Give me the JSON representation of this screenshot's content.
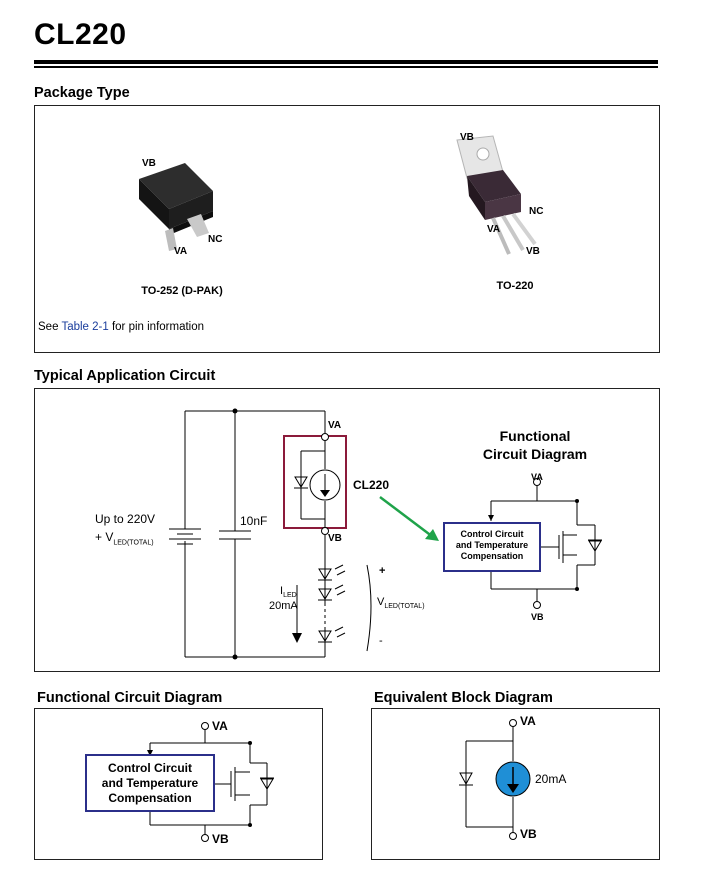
{
  "title": "CL220",
  "package_section": {
    "heading": "Package Type",
    "dpak": {
      "caption": "TO-252 (D-PAK)",
      "pin_vb": "VB",
      "pin_va": "VA",
      "pin_nc": "NC"
    },
    "to220": {
      "caption": "TO-220",
      "pin_vb_top": "VB",
      "pin_nc": "NC",
      "pin_va": "VA",
      "pin_vb_bottom": "VB"
    },
    "note_prefix": "See ",
    "note_link": "Table 2-1",
    "note_suffix": " for pin information"
  },
  "application_section": {
    "heading": "Typical Application Circuit",
    "supply_label": "Up to 220V",
    "supply_label2_prefix": "+ V",
    "supply_label2_sub": "LED(TOTAL)",
    "cap_label": "10nF",
    "part_label": "CL220",
    "pin_va": "VA",
    "pin_vb": "VB",
    "iled_label": "I",
    "iled_sub": "LED",
    "iled_value": "20mA",
    "vled_prefix": "V",
    "vled_sub": "LED(TOTAL)",
    "plus": "+",
    "minus": "-",
    "inset_title_line1": "Functional",
    "inset_title_line2": "Circuit Diagram",
    "inset_pin_va": "VA",
    "inset_pin_vb": "VB",
    "inset_block_line1": "Control Circuit",
    "inset_block_line2": "and Temperature",
    "inset_block_line3": "Compensation",
    "colors": {
      "part_box": "#8b1a3a",
      "arrow": "#1fa34a",
      "block": "#2b2f8a"
    }
  },
  "functional_section": {
    "heading": "Functional Circuit Diagram",
    "pin_va": "VA",
    "pin_vb": "VB",
    "block_line1": "Control Circuit",
    "block_line2": "and Temperature",
    "block_line3": "Compensation"
  },
  "equivalent_section": {
    "heading": "Equivalent Block Diagram",
    "pin_va": "VA",
    "pin_vb": "VB",
    "current": "20mA"
  }
}
